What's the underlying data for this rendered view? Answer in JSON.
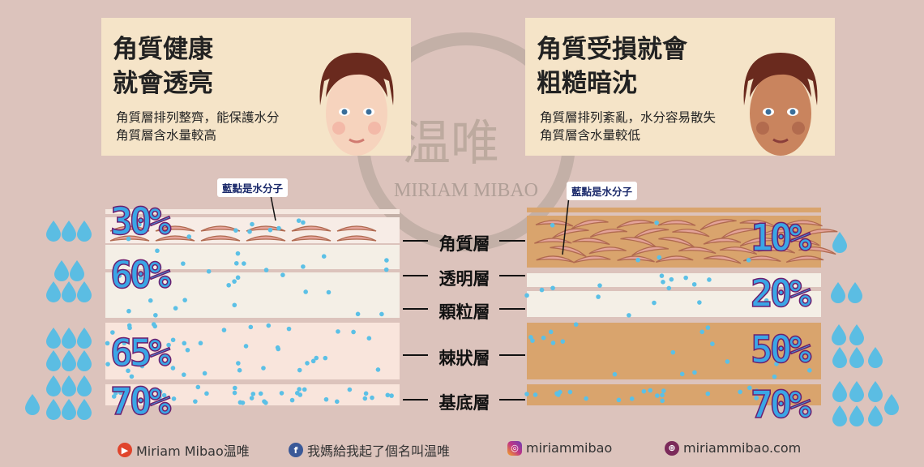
{
  "left_card": {
    "title_line1": "角質健康",
    "title_line2": "就會透亮",
    "desc_line1": "角質層排列整齊，能保護水分",
    "desc_line2": "角質層含水量較高"
  },
  "right_card": {
    "title_line1": "角質受損就會",
    "title_line2": "粗糙暗沈",
    "desc_line1": "角質層排列紊亂，水分容易散失",
    "desc_line2": "角質層含水量較低"
  },
  "watermark": {
    "brand_cn": "温唯",
    "brand_en": "MIRIAM MIBAO"
  },
  "callout": "藍點是水分子",
  "layers": [
    "角質層",
    "透明層",
    "顆粒層",
    "棘狀層",
    "基底層"
  ],
  "healthy_percent": [
    "30%",
    "60%",
    "65%",
    "70%"
  ],
  "damaged_percent": [
    "10%",
    "20%",
    "50%",
    "70%"
  ],
  "colors": {
    "background": "#dcc3bc",
    "card": "#f5e4c8",
    "water": "#5bc0e6",
    "damaged_skin": "#d9a46d",
    "healthy_skin": "#f9e5dc"
  },
  "footer": [
    {
      "icon": "youtube-icon",
      "label": "Miriam Mibao温唯",
      "color": "#e0442c"
    },
    {
      "icon": "facebook-icon",
      "label": "我媽給我起了個名叫温唯",
      "color": "#3b5998"
    },
    {
      "icon": "instagram-icon",
      "label": "miriammibao",
      "color": "#c13584"
    },
    {
      "icon": "globe-icon",
      "label": "miriammibao.com",
      "color": "#7b2a5a"
    }
  ]
}
